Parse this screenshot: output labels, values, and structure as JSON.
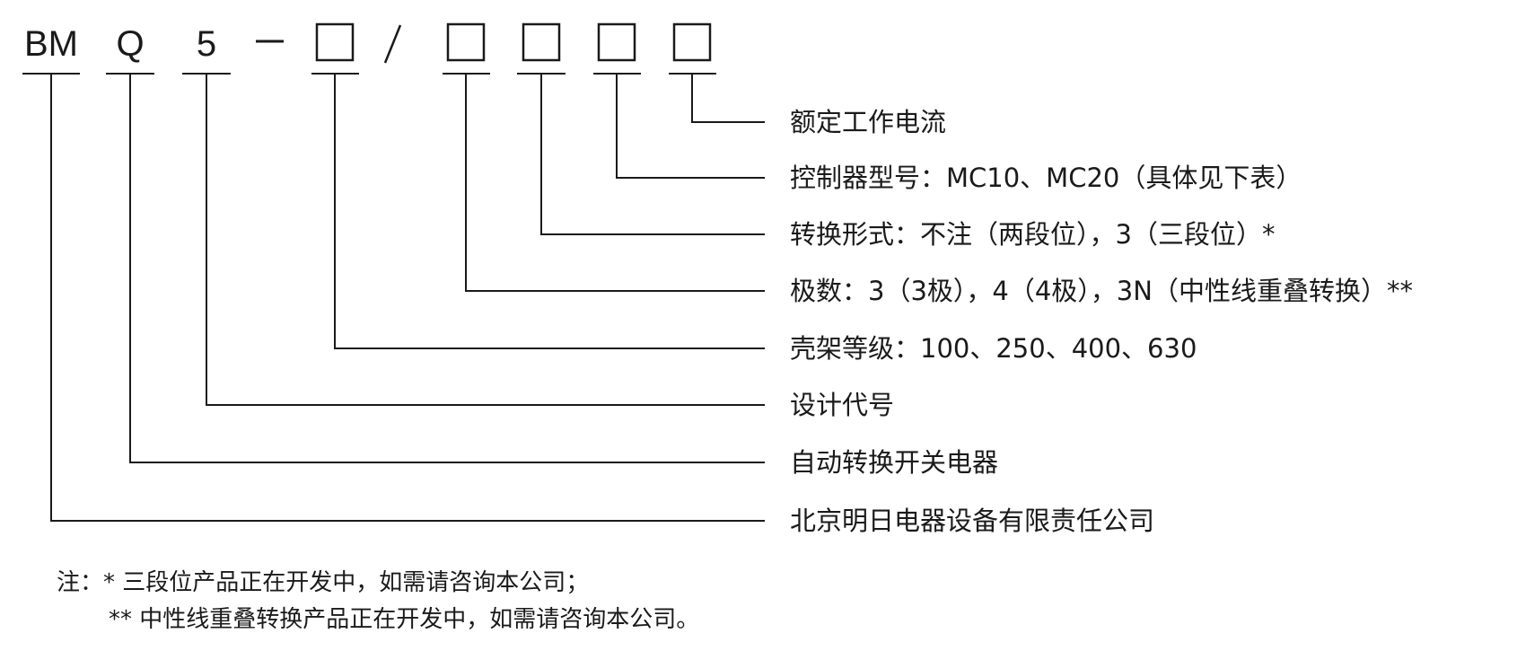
{
  "code": {
    "segments": [
      "BM",
      "Q",
      "5",
      "—",
      "□",
      "/",
      "□",
      "□",
      "□",
      "□"
    ]
  },
  "legend": [
    "额定工作电流",
    "控制器型号：MC10、MC20（具体见下表）",
    "转换形式：不注（两段位），3（三段位）*",
    "极数：3（3极），4（4极），3N（中性线重叠转换）**",
    "壳架等级：100、250、400、630",
    "设计代号",
    "自动转换开关电器",
    "北京明日电器设备有限责任公司"
  ],
  "notes": {
    "line1": "注：* 三段位产品正在开发中，如需请咨询本公司；",
    "line2": "** 中性线重叠转换产品正在开发中，如需请咨询本公司。"
  }
}
